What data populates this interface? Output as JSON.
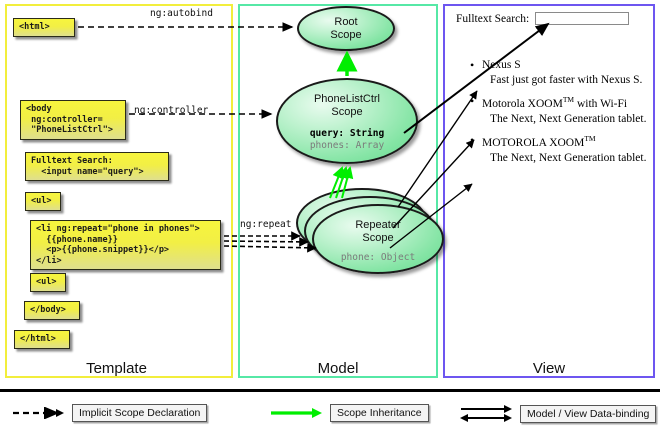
{
  "panels": {
    "template": {
      "label": "Template",
      "border_color": "#f2ee3c"
    },
    "model": {
      "label": "Model",
      "border_color": "#56e8a6"
    },
    "view": {
      "label": "View",
      "border_color": "#6d56f0"
    }
  },
  "template_boxes": {
    "html_open": "<html>",
    "body_open": "<body\n ng:controller=\n \"PhoneListCtrl\">",
    "search": "Fulltext Search:\n  <input name=\"query\">",
    "ul_open": "<ul>",
    "li_block": "<li ng:repeat=\"phone in phones\">\n  {{phone.name}}\n  <p>{{phone.snippet}}</p>\n</li>",
    "ul_close": "<ul>",
    "body_close": "</body>",
    "html_close": "</html>"
  },
  "scopes": {
    "root": {
      "title_line1": "Root",
      "title_line2": "Scope"
    },
    "phonelistctrl": {
      "title_line1": "PhoneListCtrl",
      "title_line2": "Scope",
      "prop_bold": "query: String",
      "prop_grey": "phones: Array"
    },
    "repeater": {
      "title_line1": "Repeater",
      "title_line2": "Scope",
      "prop_grey": "phone: Object",
      "instances": 3
    }
  },
  "edge_labels": {
    "autobind": "ng:autobind",
    "controller": "ng:controller",
    "repeat": "ng:repeat"
  },
  "view": {
    "search_label": "Fulltext Search:",
    "search_value": "",
    "phones": [
      {
        "name": "Nexus S",
        "has_tm": false,
        "snippet": "Fast just got faster with Nexus S."
      },
      {
        "name": "Motorola XOOM",
        "has_tm": true,
        "name_suffix": " with Wi-Fi",
        "snippet": "The Next, Next Generation tablet."
      },
      {
        "name": "MOTOROLA XOOM",
        "has_tm": true,
        "name_suffix": "",
        "snippet": "The Next, Next Generation tablet."
      }
    ]
  },
  "legend": [
    {
      "label": "Implicit Scope Declaration",
      "style": "dashed-black-arrow"
    },
    {
      "label": "Scope Inheritance",
      "style": "solid-green-arrow"
    },
    {
      "label": "Model / View Data-binding",
      "style": "double-black-arrow"
    }
  ],
  "colors": {
    "yellow_box": "#f2ef45",
    "green_scope": "#86e5a6",
    "inheritance_arrow": "#00ee00",
    "edge_black": "#000000"
  }
}
